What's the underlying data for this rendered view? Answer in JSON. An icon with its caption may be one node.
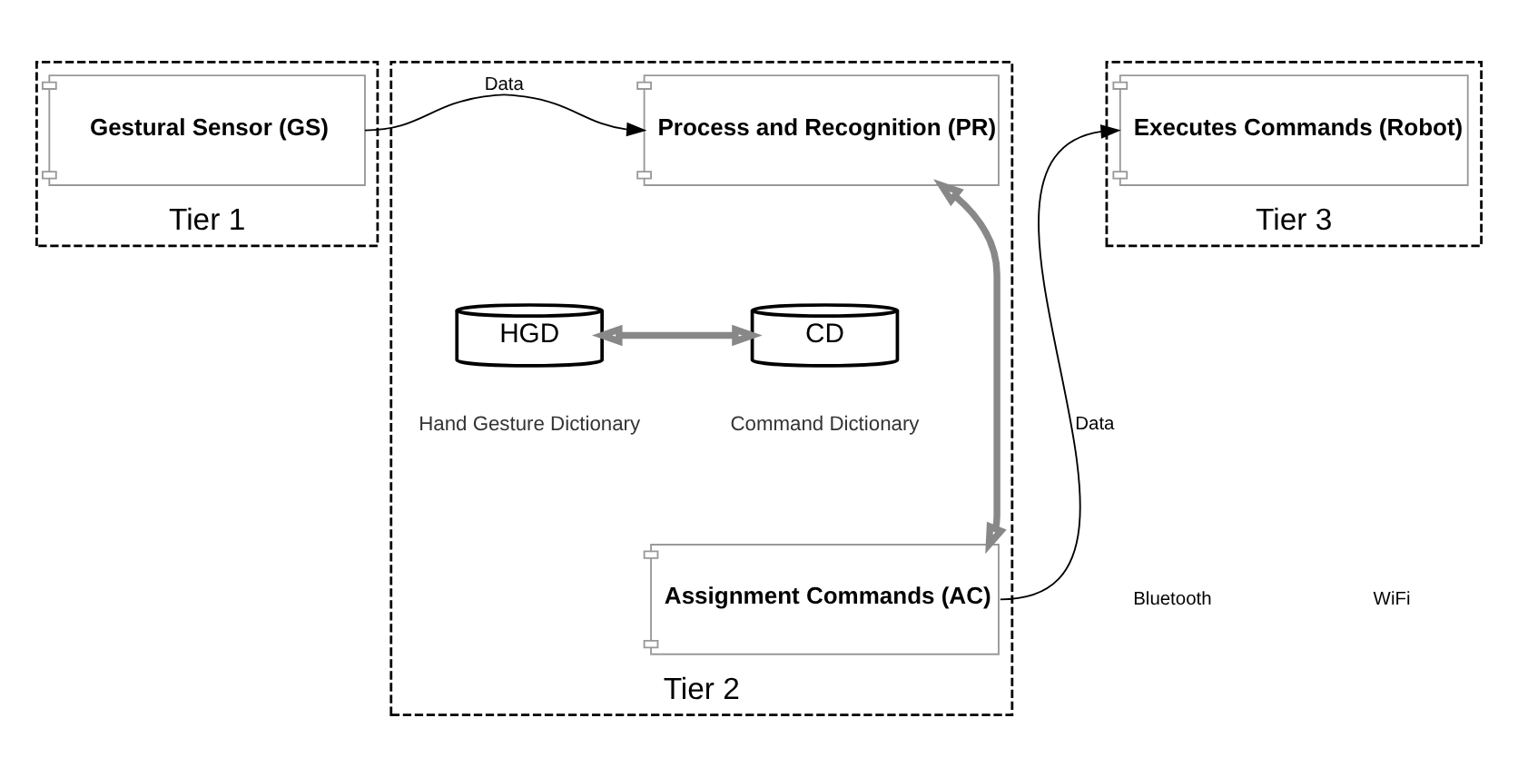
{
  "diagram": {
    "nodes": [
      {
        "text": [
          "Tier 1"
        ]
      },
      {
        "text": [
          "Gestural Sensor (GS)"
        ],
        "in": 0
      },
      {
        "text": [
          "Tier 2"
        ]
      },
      {
        "text": [
          "Process and Recognition (PR)"
        ],
        "in": 2
      },
      {
        "text": [
          "HGD"
        ],
        "beside": [
          "Hand Gesture Dictionary"
        ],
        "in": 2
      },
      {
        "text": [
          "CD"
        ],
        "beside": [
          "Command Dictionary"
        ],
        "in": 2
      },
      {
        "text": [
          "Assignment Commands (AC)"
        ],
        "in": 2
      },
      {
        "text": [
          "Tier 3"
        ]
      },
      {
        "text": [
          "Executes Commands (Robot)"
        ],
        "in": 7
      }
    ],
    "edges": [
      {
        "from": 1,
        "to": 3,
        "arrow": "to",
        "label": "Data"
      },
      {
        "from": 3,
        "to": 6,
        "arrow": "both",
        "style": "thick",
        "color": "#888888"
      },
      {
        "from": 4,
        "to": 5,
        "arrow": "both",
        "style": "thick",
        "color": "#888888"
      },
      {
        "from": 6,
        "to": 8,
        "arrow": "to",
        "label": "Data"
      }
    ],
    "labels": [
      "Bluetooth",
      "WiFi"
    ]
  }
}
